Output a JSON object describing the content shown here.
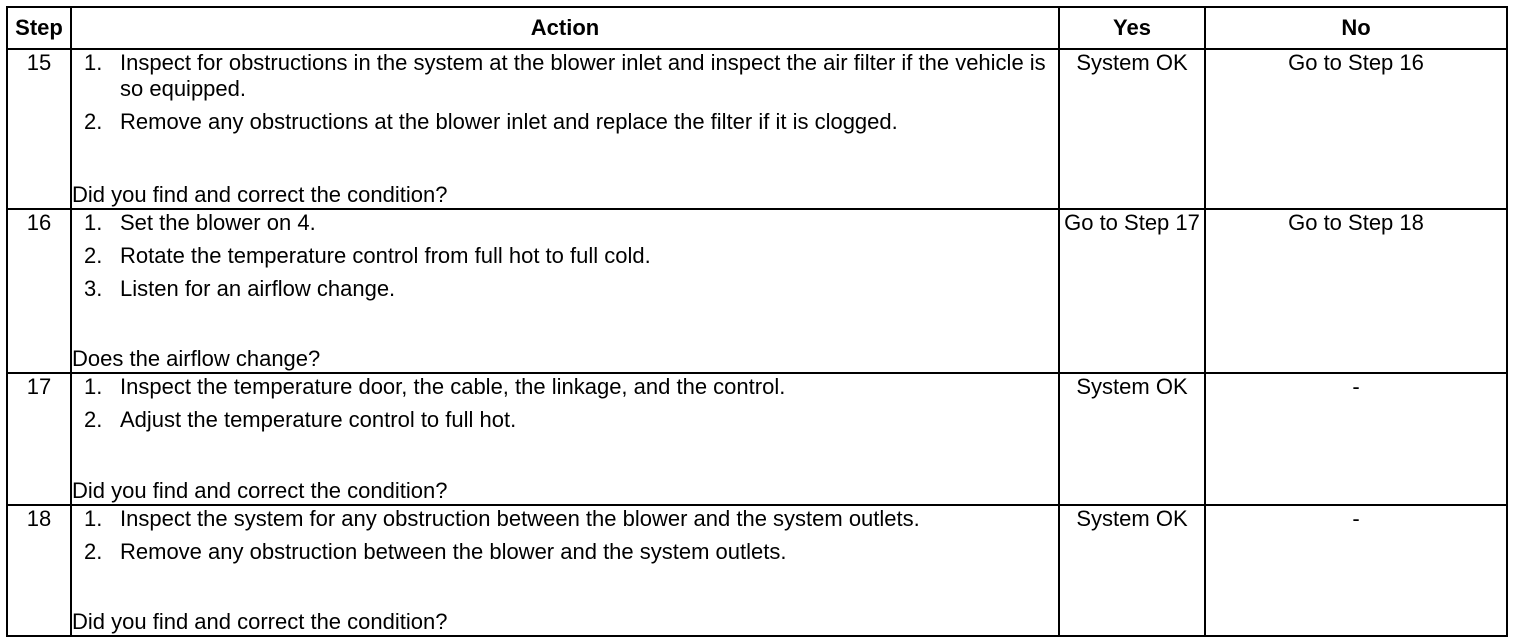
{
  "headers": {
    "step": "Step",
    "action": "Action",
    "yes": "Yes",
    "no": "No"
  },
  "rows": [
    {
      "step": "15",
      "items": [
        "Inspect for obstructions in the system at the blower inlet and inspect the air filter if the vehicle is so equipped.",
        "Remove any obstructions at the blower inlet and replace the filter if it is clogged."
      ],
      "question": "Did you find and correct the condition?",
      "yes": "System OK",
      "no": "Go to Step 16"
    },
    {
      "step": "16",
      "items": [
        "Set the blower on 4.",
        "Rotate the temperature control from full hot to full cold.",
        "Listen for an airflow change."
      ],
      "question": "Does the airflow change?",
      "yes": "Go to Step 17",
      "no": "Go to Step 18"
    },
    {
      "step": "17",
      "items": [
        "Inspect the temperature door, the cable, the linkage, and the control.",
        "Adjust the temperature control to full hot."
      ],
      "question": "Did you find and correct the condition?",
      "yes": "System OK",
      "no": "-"
    },
    {
      "step": "18",
      "items": [
        "Inspect the system for any obstruction between the blower and the system outlets.",
        "Remove any obstruction between the blower and the system outlets."
      ],
      "question": "Did you find and correct the condition?",
      "yes": "System OK",
      "no": "-"
    }
  ]
}
